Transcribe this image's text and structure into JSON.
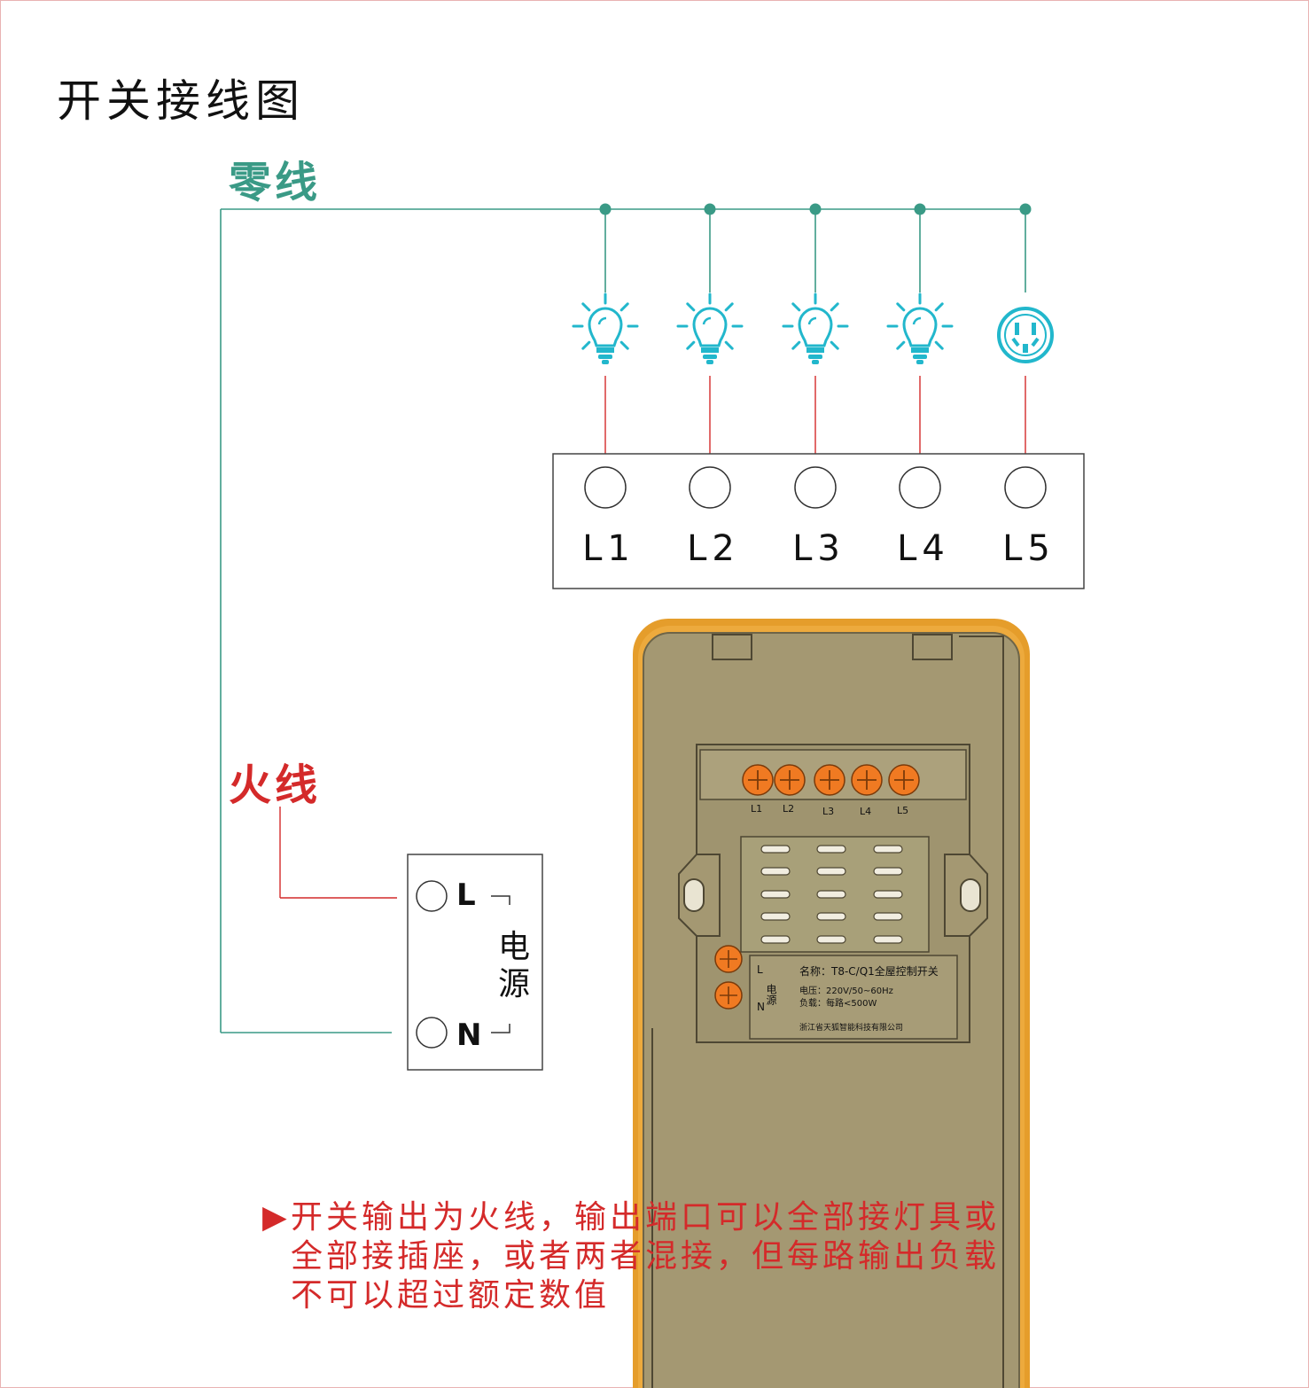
{
  "title": "开关接线图",
  "neutral_label": "零线",
  "live_label": "火线",
  "colors": {
    "neutral": "#3a9a86",
    "live": "#d42a2a",
    "icon_cyan": "#22b7cc",
    "panel_fill": "#a49872",
    "panel_frame": "#e39b2a",
    "terminal_orange": "#f07a22"
  },
  "output_terminals": [
    {
      "label": "L1",
      "load": "bulb-icon"
    },
    {
      "label": "L2",
      "load": "bulb-icon"
    },
    {
      "label": "L3",
      "load": "bulb-icon"
    },
    {
      "label": "L4",
      "load": "bulb-icon"
    },
    {
      "label": "L5",
      "load": "socket-icon"
    }
  ],
  "power_box": {
    "L": "L",
    "N": "N",
    "name": "电源"
  },
  "device": {
    "terminal_labels": [
      "L1",
      "L2",
      "L3",
      "L4",
      "L5"
    ],
    "power_L": "L",
    "power_N": "N",
    "power_name": "电源",
    "name_line": "名称：T8-C/Q1全屋控制开关",
    "voltage_line": "电压：220V/50~60Hz",
    "load_line": "负载：每路<500W",
    "company": "浙江省天狐智能科技有限公司"
  },
  "note": {
    "arrow": "▶",
    "lines": [
      "开关输出为火线，输出端口可以全部接灯具或",
      "全部接插座，或者两者混接，但每路输出负载",
      "不可以超过额定数值"
    ]
  }
}
